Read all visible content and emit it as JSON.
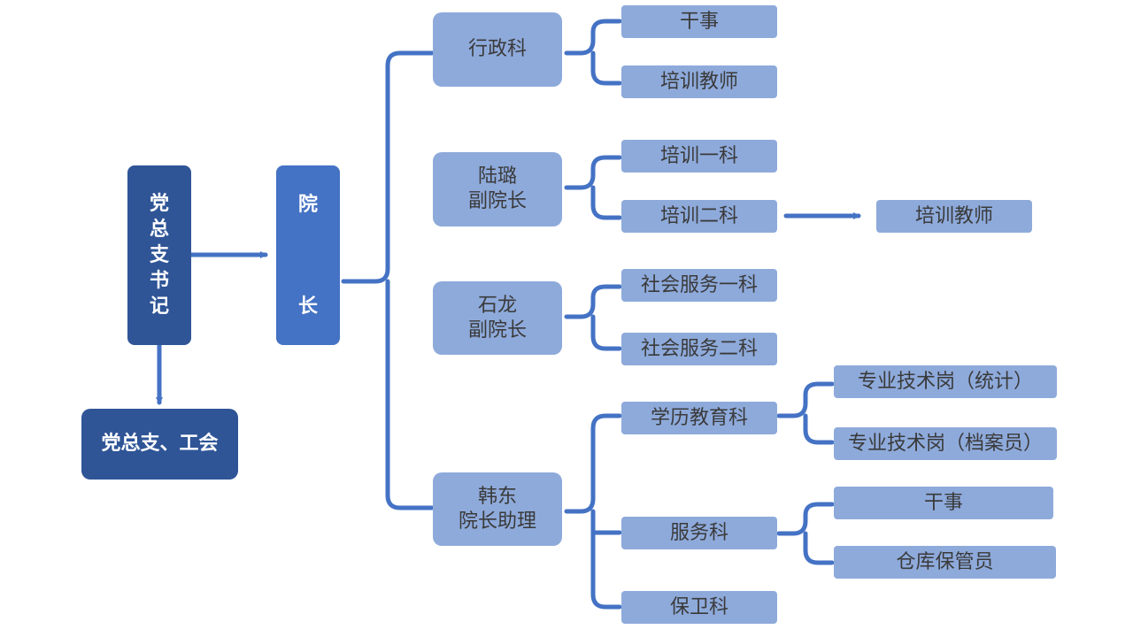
{
  "party": {
    "chars": [
      "党",
      "总",
      "支",
      "书",
      "记"
    ]
  },
  "union": {
    "label": "党总支、工会"
  },
  "president": {
    "char1": "院",
    "char2": "长"
  },
  "departments": {
    "admin": {
      "label": "行政科",
      "children": [
        "干事",
        "培训教师"
      ]
    },
    "lu": {
      "label": "陆璐\n副院长",
      "children": [
        "培训一科",
        "培训二科"
      ]
    },
    "shi": {
      "label": "石龙\n副院长",
      "children": [
        "社会服务一科",
        "社会服务二科"
      ]
    },
    "han": {
      "label": "韩东\n院长助理",
      "children": [
        "学历教育科",
        "服务科",
        "保卫科"
      ]
    }
  },
  "training2_child": "培训教师",
  "education_children": [
    "专业技术岗（统计）",
    "专业技术岗（档案员）"
  ],
  "service_children": [
    "干事",
    "仓库保管员"
  ],
  "colors": {
    "connector": "#4472c4",
    "dark_box": "#2f5597",
    "president_box": "#4472c4",
    "light_box": "#8eaadb",
    "text": "#3a3a3a"
  }
}
